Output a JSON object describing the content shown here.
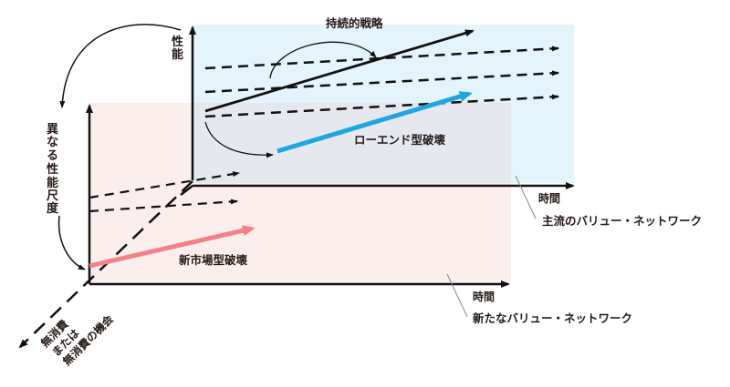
{
  "diagram": {
    "title": "",
    "colors": {
      "main_panel": "#e3f4fc",
      "new_panel": "#fdeeee",
      "overlap_panel": "#e6e8f0",
      "axis": "#111111",
      "lowend_arrow": "#1fa5e0",
      "newmarket_arrow": "#f48088",
      "leader_line": "#888888"
    },
    "labels": {
      "main_y_axis": "性能",
      "sustaining": "持続的戦略",
      "low_end": "ローエンド型破壊",
      "main_x_axis": "時間",
      "main_network": "主流のバリュー・ネットワーク",
      "different_measure": [
        "異",
        "な",
        "る",
        "性",
        "能",
        "尺",
        "度"
      ],
      "new_market": "新市場型破壊",
      "new_x_axis": "時間",
      "new_network": "新たなバリュー・ネットワーク",
      "depth_axis_line1": "無消費",
      "depth_axis_line2": "または",
      "depth_axis_line3": "無消費の機会"
    },
    "main_y_axis_chars": [
      "性",
      "能"
    ]
  }
}
